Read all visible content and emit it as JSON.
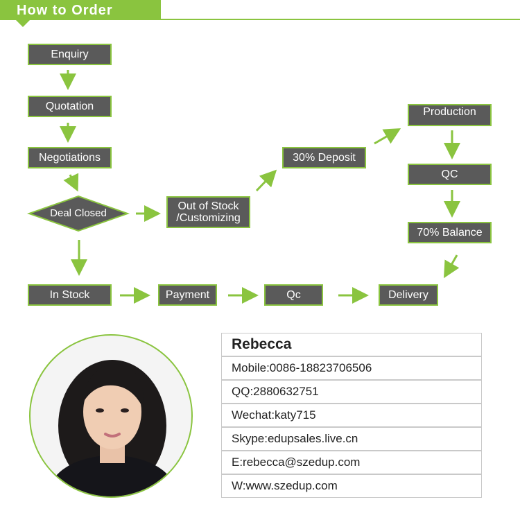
{
  "header": {
    "title": "How to Order"
  },
  "flow": {
    "enquiry": "Enquiry",
    "quotation": "Quotation",
    "negotiations": "Negotiations",
    "deal_closed": "Deal Closed",
    "out_of_stock": "Out of Stock\n/Customizing",
    "deposit": "30% Deposit",
    "production": "Production",
    "qc_upper": "QC",
    "balance": "70% Balance",
    "in_stock": "In Stock",
    "payment": "Payment",
    "qc_lower": "Qc",
    "delivery": "Delivery"
  },
  "contact": {
    "name": "Rebecca",
    "mobile": "Mobile:0086-18823706506",
    "qq": "QQ:2880632751",
    "wechat": "Wechat:katy715",
    "skype": "Skype:edupsales.live.cn",
    "email": "E:rebecca@szedup.com",
    "web": "W:www.szedup.com"
  },
  "colors": {
    "accent": "#8ac43f",
    "node_fill": "#5a5a5a",
    "node_text": "#ffffff"
  }
}
